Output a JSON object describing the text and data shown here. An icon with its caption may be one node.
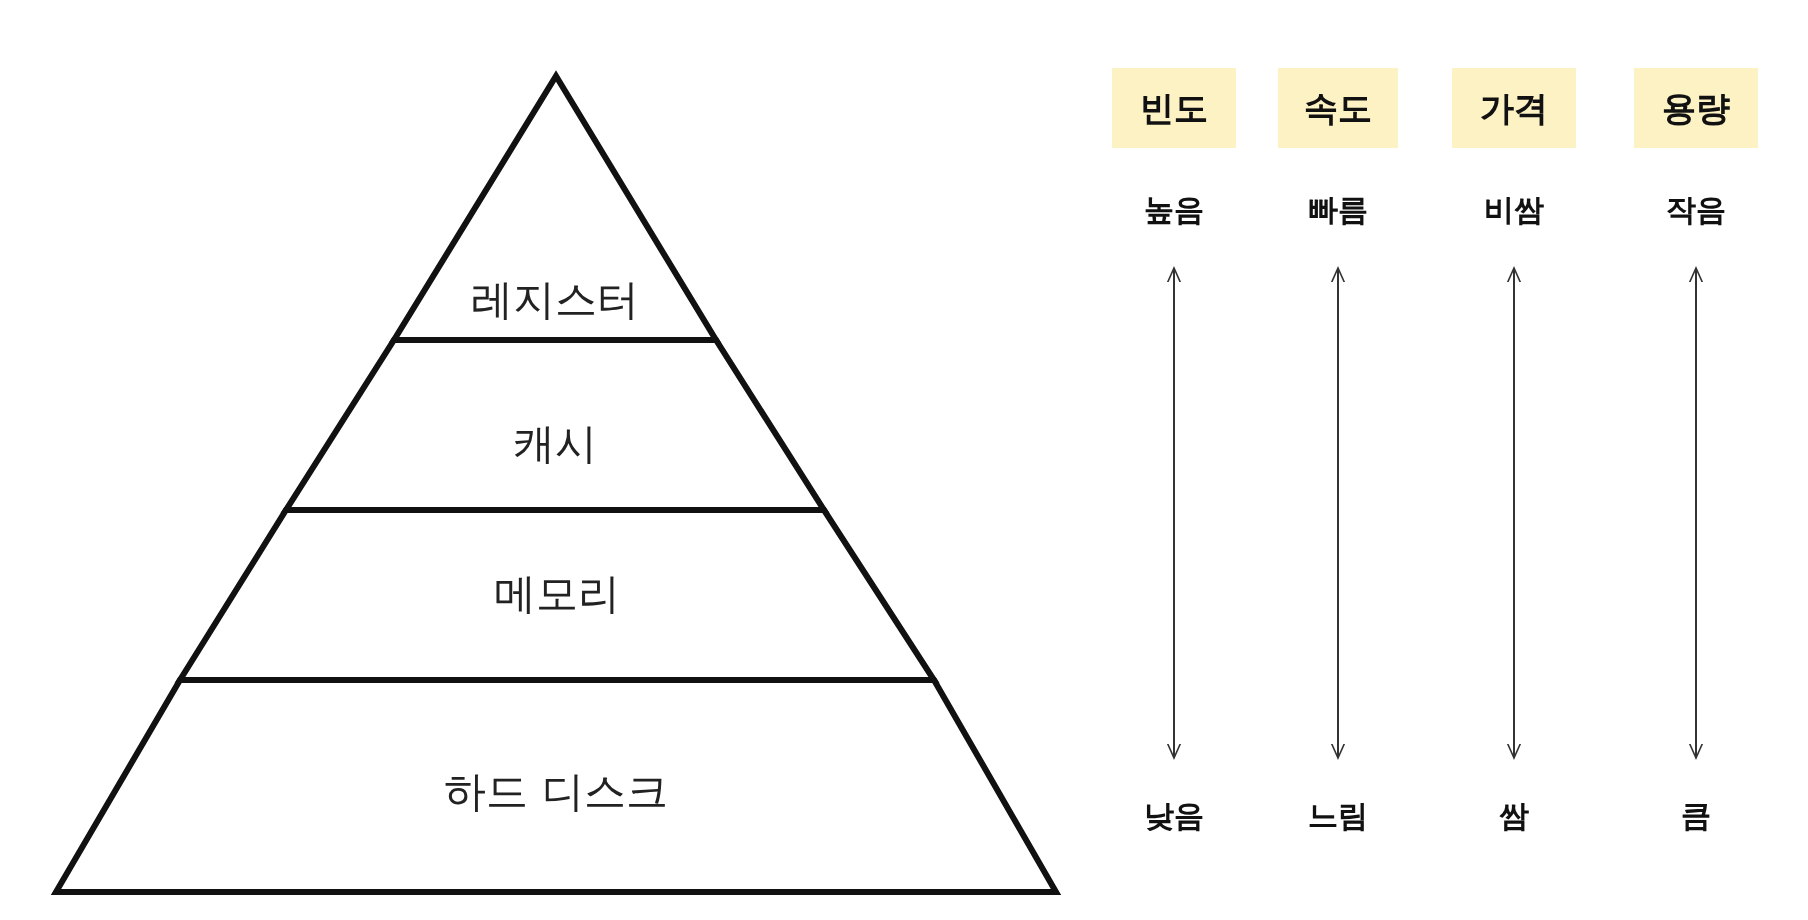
{
  "diagram": {
    "nodes": [
      {
        "text": [
          "레지스터"
        ]
      },
      {
        "text": [
          "캐시"
        ]
      },
      {
        "text": [
          "메모리"
        ]
      },
      {
        "text": [
          "하드 디스크"
        ]
      },
      {
        "text": [
          "빈도"
        ]
      },
      {
        "text": [
          "속도"
        ]
      },
      {
        "text": [
          "가격"
        ]
      },
      {
        "text": [
          "용량"
        ]
      },
      {
        "text": [
          "높음"
        ]
      },
      {
        "text": [
          "빠름"
        ]
      },
      {
        "text": [
          "비쌈"
        ]
      },
      {
        "text": [
          "작음"
        ]
      },
      {
        "text": [
          "낮음"
        ]
      },
      {
        "text": [
          "느림"
        ]
      },
      {
        "text": [
          "쌈"
        ]
      },
      {
        "text": [
          "큼"
        ]
      }
    ],
    "edges": [
      {
        "from": 8,
        "to": 12,
        "arrow": "both"
      },
      {
        "from": 9,
        "to": 13,
        "arrow": "both"
      },
      {
        "from": 10,
        "to": 14,
        "arrow": "both"
      },
      {
        "from": 11,
        "to": 15,
        "arrow": "both"
      }
    ]
  }
}
